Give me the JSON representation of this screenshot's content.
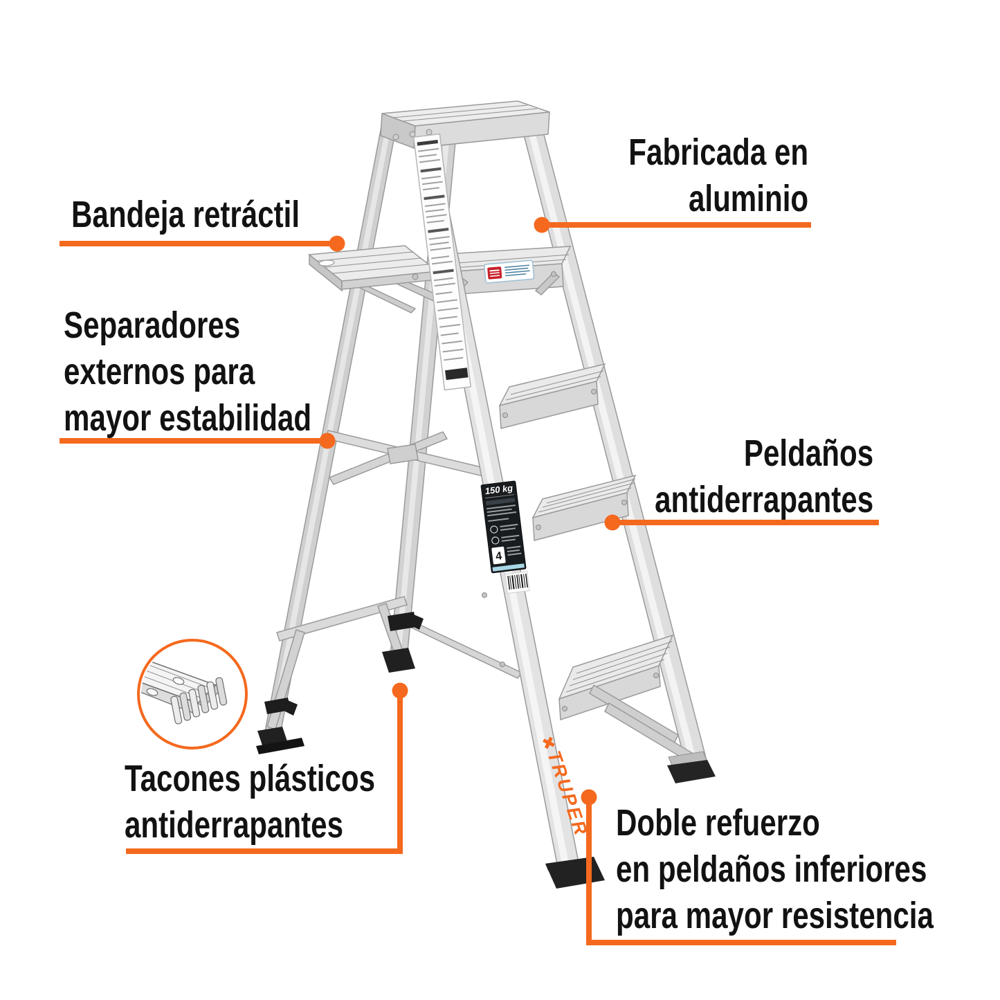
{
  "colors": {
    "accent": "#F4691E",
    "text": "#121212",
    "metal_light": "#eaeaea",
    "metal_mid": "#d6d6d6",
    "metal_dark": "#bfbfbf",
    "outline_gray": "#9a9a9a",
    "foot_black": "#1f1f1f",
    "sticker_black": "#181c1f",
    "warning_red": "#c8202a",
    "label_blue_border": "#9cc0d4",
    "strip_cyan": "#a9d7e6"
  },
  "callouts": {
    "fabricada": {
      "lines": [
        "Fabricada en",
        "aluminio"
      ]
    },
    "bandeja": {
      "lines": [
        "Bandeja retráctil"
      ]
    },
    "separadores": {
      "lines": [
        "Separadores",
        "externos para",
        "mayor estabilidad"
      ]
    },
    "peldanos": {
      "lines": [
        "Peldaños",
        "antiderrapantes"
      ]
    },
    "tacones": {
      "lines": [
        "Tacones plásticos",
        "antiderrapantes"
      ]
    },
    "doble": {
      "lines": [
        "Doble refuerzo",
        "en peldaños inferiores",
        "para mayor resistencia"
      ]
    }
  },
  "ladder": {
    "brand": "TRUPER",
    "capacity_label": "150 kg",
    "steps_number_label": "4"
  }
}
